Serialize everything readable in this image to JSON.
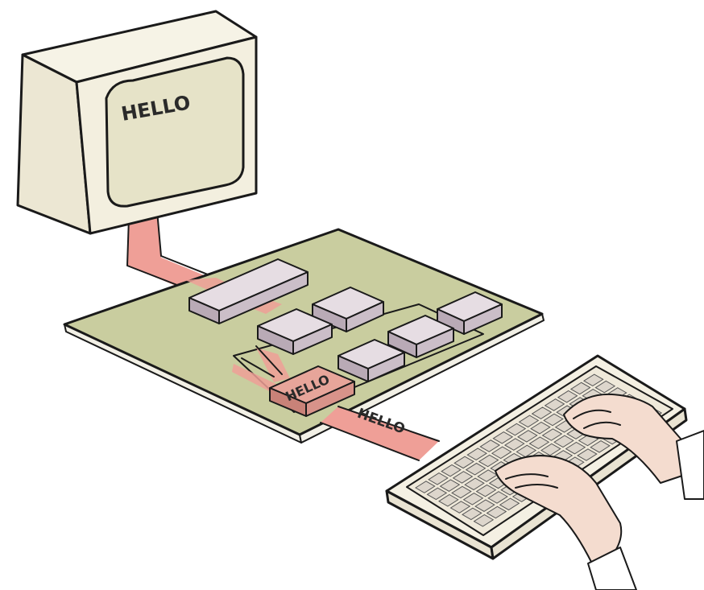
{
  "monitor": {
    "screen_text": "HELLO"
  },
  "chip": {
    "text": "HELLO"
  },
  "wire": {
    "text": "HELLO"
  },
  "colors": {
    "monitor_body": "#f3efdf",
    "screen": "#e6e3c8",
    "board": "#c9cd9f",
    "chip": "#d9cdd6",
    "chip_highlight": "#e7a59a",
    "wire": "#ef9f97",
    "keyboard": "#f4f0e3",
    "key": "#ddd6cc",
    "hand": "#f4dccf"
  }
}
